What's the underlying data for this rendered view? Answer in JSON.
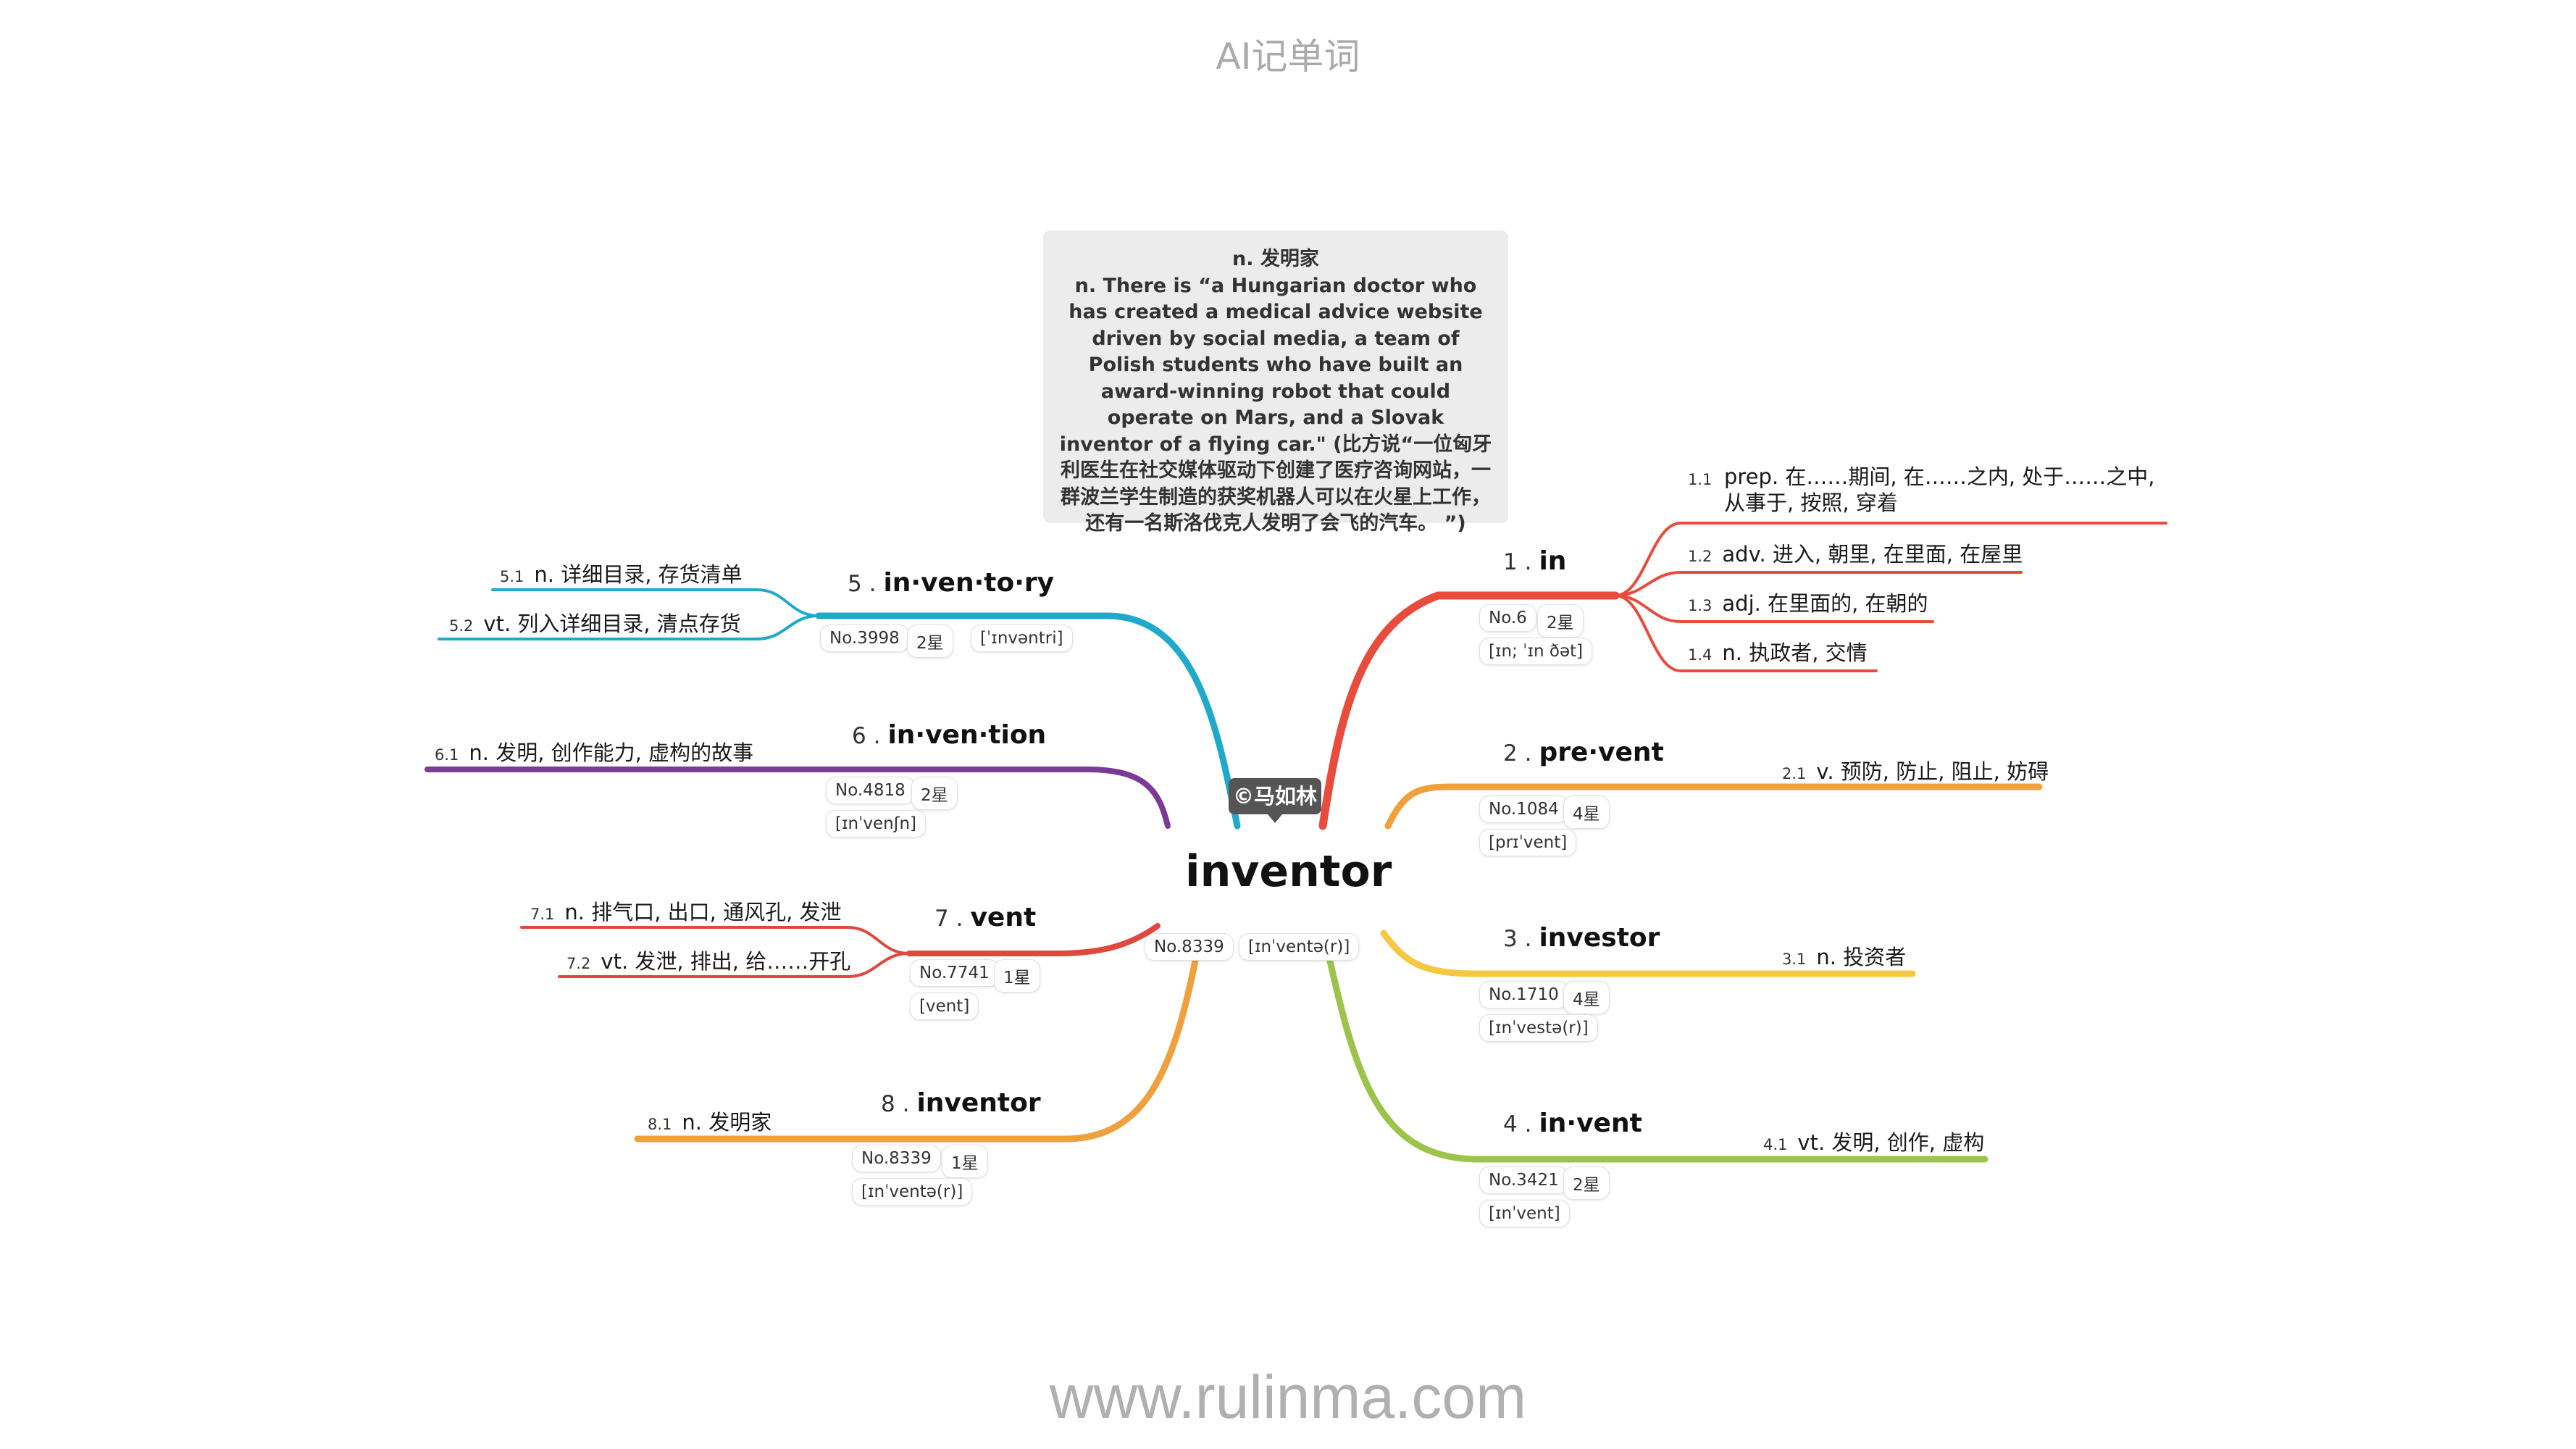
{
  "header": {
    "title": "AI记单词"
  },
  "footer": {
    "url": "www.rulinma.com"
  },
  "note": {
    "title": "n. 发明家",
    "text": "n. There is “a Hungarian doctor who has created a medical advice website driven by social media, a team of Polish students who have built an award-winning robot that could operate on Mars, and a Slovak inventor of a flying car.\" (比方说“一位匈牙利医生在社交媒体驱动下创建了医疗咨询网站，一群波兰学生制造的获奖机器人可以在火星上工作，还有一名斯洛伐克人发明了会飞的汽车。 ”)"
  },
  "copyright": "©马如林",
  "center": {
    "word": "inventor",
    "number": "No.8339",
    "phonetic": "[ɪnˈventə(r)]"
  },
  "branches": [
    {
      "index": "1 .",
      "word": "in",
      "number": "No.6",
      "stars": "2星",
      "phonetic": "[ɪn; ˈɪn ðət]",
      "color": "#e94b3c",
      "senses": [
        {
          "num": "1.1",
          "text": "prep. 在……期间, 在……之内, 处于……之中, 从事于, 按照, 穿着"
        },
        {
          "num": "1.2",
          "text": "adv. 进入, 朝里, 在里面, 在屋里"
        },
        {
          "num": "1.3",
          "text": "adj. 在里面的, 在朝的"
        },
        {
          "num": "1.4",
          "text": "n. 执政者, 交情"
        }
      ]
    },
    {
      "index": "2 .",
      "word": "pre·vent",
      "number": "No.1084",
      "stars": "4星",
      "phonetic": "[prɪˈvent]",
      "color": "#f0a03c",
      "senses": [
        {
          "num": "2.1",
          "text": "v. 预防, 防止, 阻止, 妨碍"
        }
      ]
    },
    {
      "index": "3 .",
      "word": "investor",
      "number": "No.1710",
      "stars": "4星",
      "phonetic": "[ɪnˈvestə(r)]",
      "color": "#f5c842",
      "senses": [
        {
          "num": "3.1",
          "text": "n. 投资者"
        }
      ]
    },
    {
      "index": "4 .",
      "word": "in·vent",
      "number": "No.3421",
      "stars": "2星",
      "phonetic": "[ɪnˈvent]",
      "color": "#9cc44a",
      "senses": [
        {
          "num": "4.1",
          "text": "vt. 发明, 创作, 虚构"
        }
      ]
    },
    {
      "index": "5 .",
      "word": "in·ven·to·ry",
      "number": "No.3998",
      "stars": "2星",
      "phonetic": "[ˈɪnvəntri]",
      "color": "#1faacb",
      "senses": [
        {
          "num": "5.1",
          "text": "n. 详细目录, 存货清单"
        },
        {
          "num": "5.2",
          "text": "vt. 列入详细目录, 清点存货"
        }
      ]
    },
    {
      "index": "6 .",
      "word": "in·ven·tion",
      "number": "No.4818",
      "stars": "2星",
      "phonetic": "[ɪnˈvenʃn]",
      "color": "#7b3a96",
      "senses": [
        {
          "num": "6.1",
          "text": "n. 发明, 创作能力, 虚构的故事"
        }
      ]
    },
    {
      "index": "7 .",
      "word": "vent",
      "number": "No.7741",
      "stars": "1星",
      "phonetic": "[vent]",
      "color": "#e0483f",
      "senses": [
        {
          "num": "7.1",
          "text": "n. 排气口, 出口, 通风孔, 发泄"
        },
        {
          "num": "7.2",
          "text": "vt. 发泄, 排出, 给……开孔"
        }
      ]
    },
    {
      "index": "8 .",
      "word": "inventor",
      "number": "No.8339",
      "stars": "1星",
      "phonetic": "[ɪnˈventə(r)]",
      "color": "#f0a03c",
      "senses": [
        {
          "num": "8.1",
          "text": "n. 发明家"
        }
      ]
    }
  ]
}
